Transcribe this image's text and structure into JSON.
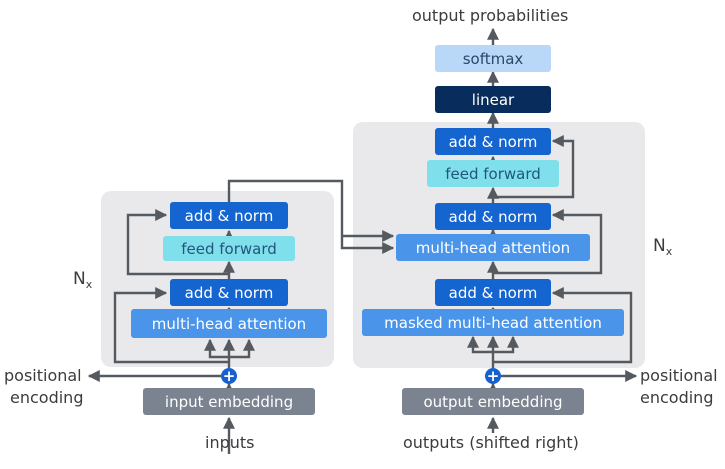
{
  "labels": {
    "output_probabilities": "output probabilities",
    "inputs": "inputs",
    "outputs_shifted": "outputs (shifted right)",
    "positional_encoding_left": [
      "positional",
      "encoding"
    ],
    "positional_encoding_right": [
      "positional",
      "encoding"
    ],
    "repeat_symbol": "N",
    "repeat_subscript": "x",
    "plus_symbol": "+"
  },
  "encoder": {
    "add_norm_top": "add & norm",
    "feed_forward": "feed forward",
    "add_norm_bottom": "add & norm",
    "attention": "multi-head attention",
    "embedding": "input embedding"
  },
  "decoder": {
    "softmax": "softmax",
    "linear": "linear",
    "add_norm_top": "add & norm",
    "feed_forward": "feed forward",
    "add_norm_mid": "add & norm",
    "cross_attention": "multi-head attention",
    "add_norm_bottom": "add & norm",
    "masked_attention": "masked multi-head attention",
    "embedding": "output embedding"
  },
  "colors": {
    "add_norm": "#1565d0",
    "attention": "#4a94ea",
    "feed_forward": "#7fe0ec",
    "linear": "#082c5c",
    "softmax": "#b9d7f6",
    "embedding": "#7b8290",
    "panel": "#e9e9eb",
    "arrow": "#555a60"
  }
}
